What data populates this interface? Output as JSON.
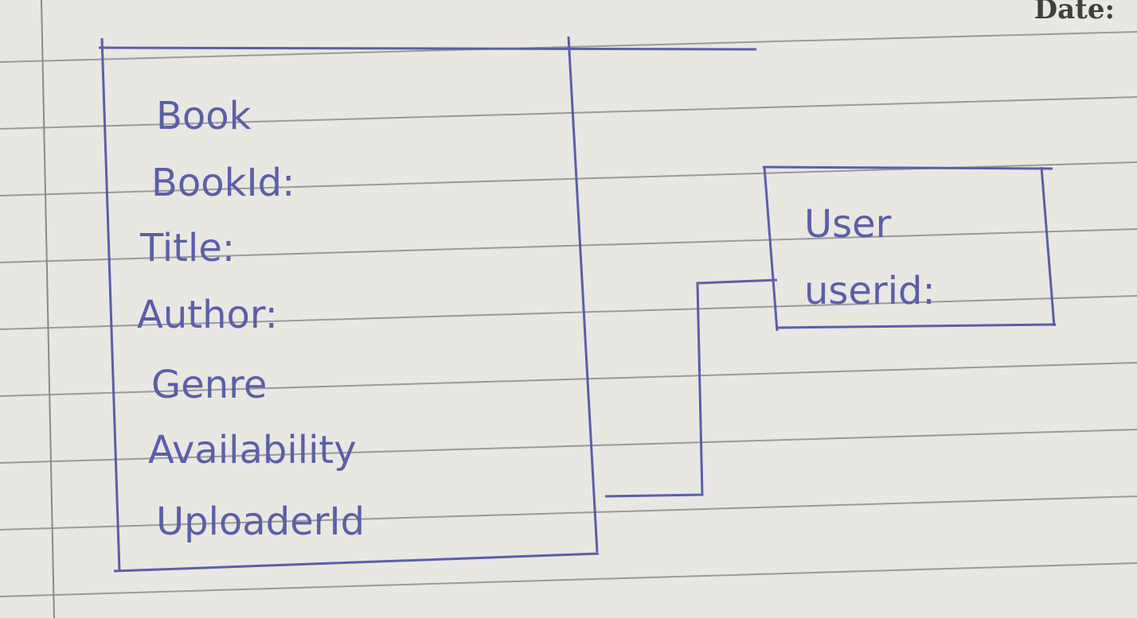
{
  "header": {
    "date_label": "Date:"
  },
  "diagram": {
    "book_entity": {
      "title": "Book",
      "fields": [
        "BookId:",
        "Title:",
        "Author:",
        "Genre",
        "Availability",
        "UploaderId"
      ]
    },
    "user_entity": {
      "title": "User",
      "fields": [
        "userid:"
      ]
    }
  },
  "colors": {
    "ink": "#5b5fa8",
    "paper": "#e9e7e2",
    "rule_line": "#5a5a6a",
    "margin_line": "#8a8a8a"
  }
}
